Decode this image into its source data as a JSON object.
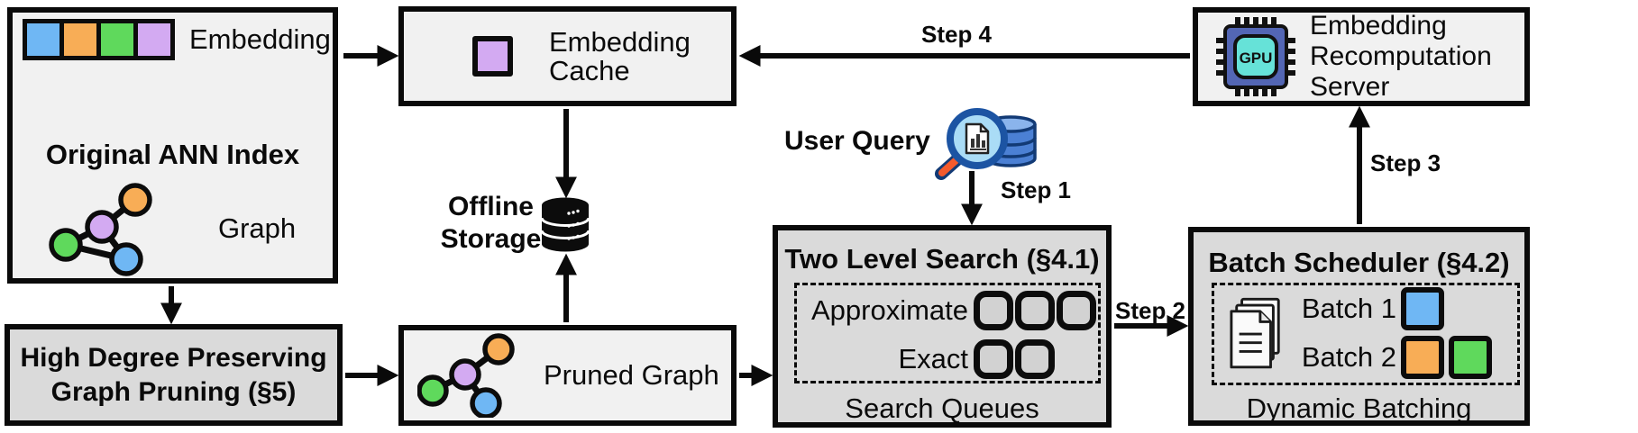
{
  "figure": {
    "ann_index": {
      "embedding_label": "Embedding",
      "title": "Original ANN Index",
      "graph_label": "Graph"
    },
    "embedding_cache": {
      "label": "Embedding\nCache"
    },
    "offline_storage": {
      "label": "Offline\nStorage"
    },
    "graph_pruning": {
      "label": "High Degree Preserving\nGraph Pruning (§5)"
    },
    "pruned_graph": {
      "label": "Pruned Graph"
    },
    "user_query": {
      "label": "User Query"
    },
    "two_level_search": {
      "title": "Two Level Search (§4.1)",
      "approximate_label": "Approximate",
      "exact_label": "Exact",
      "caption": "Search Queues"
    },
    "batch_scheduler": {
      "title": "Batch Scheduler (§4.2)",
      "batch1_label": "Batch 1",
      "batch2_label": "Batch 2",
      "caption": "Dynamic Batching"
    },
    "recomputation_server": {
      "label": "Embedding\nRecomputation\nServer",
      "gpu_chip_text": "GPU"
    },
    "steps": {
      "step1": "Step 1",
      "step2": "Step 2",
      "step3": "Step 3",
      "step4": "Step 4"
    },
    "palette": {
      "blue": "#6fb7f4",
      "orange": "#f8ad56",
      "green": "#5fd95c",
      "purple": "#d3aaf2",
      "box_light": "#f1f1f1",
      "box_dark": "#dadada",
      "outline": "#0a0a0a"
    }
  }
}
